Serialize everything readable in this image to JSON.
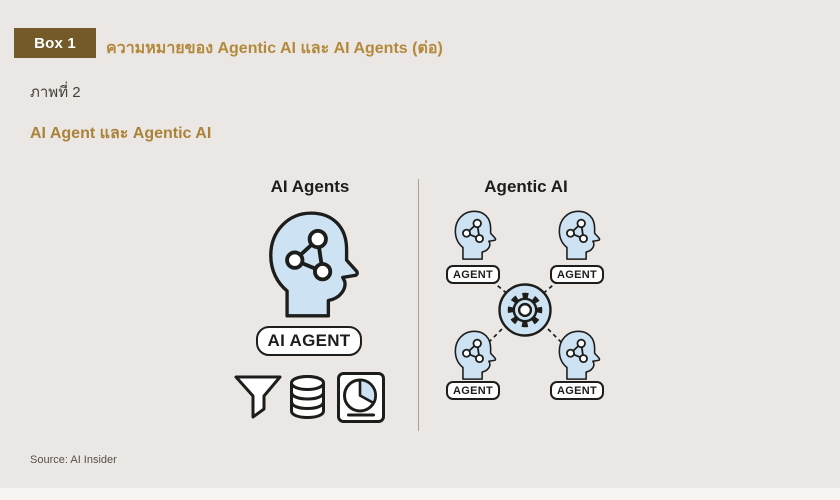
{
  "page": {
    "box_label": "Box 1",
    "title": "ความหมายของ Agentic AI และ AI Agents (ต่อ)",
    "figure_label": "ภาพที่ 2",
    "figure_title": "AI Agent และ Agentic AI",
    "source": "Source: AI Insider"
  },
  "diagram": {
    "left": {
      "heading": "AI Agents",
      "agent_label": "AI AGENT",
      "icons": [
        "brain-network-head-icon",
        "funnel-icon",
        "database-icon",
        "pie-chart-report-icon"
      ]
    },
    "right": {
      "heading": "Agentic AI",
      "agent_label": "AGENT",
      "center_icon": "gear-icon",
      "agent_count": 4
    }
  },
  "colors": {
    "page_bg": "#ebe7e4",
    "footer_strip": "#f7f5f2",
    "box_brown": "#745929",
    "accent_gold": "#b3893c",
    "head_fill_blue": "#cde2f3",
    "outline_dark": "#1d1d1b",
    "divider_gray": "#a8a29c"
  }
}
